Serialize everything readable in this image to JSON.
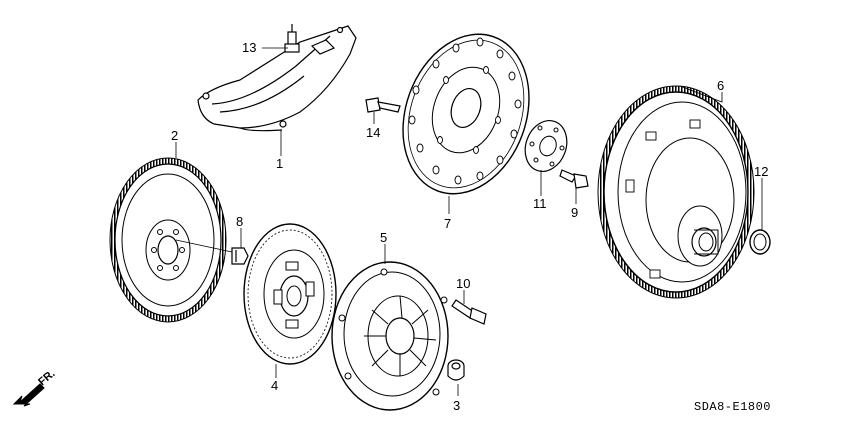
{
  "diagram": {
    "callouts": [
      "1",
      "2",
      "3",
      "4",
      "5",
      "6",
      "7",
      "8",
      "9",
      "10",
      "11",
      "12",
      "13",
      "14"
    ],
    "diagram_code": "SDA8-E1800",
    "front_arrow_label": "FR."
  },
  "colors": {
    "line": "#000000",
    "background": "#ffffff"
  }
}
